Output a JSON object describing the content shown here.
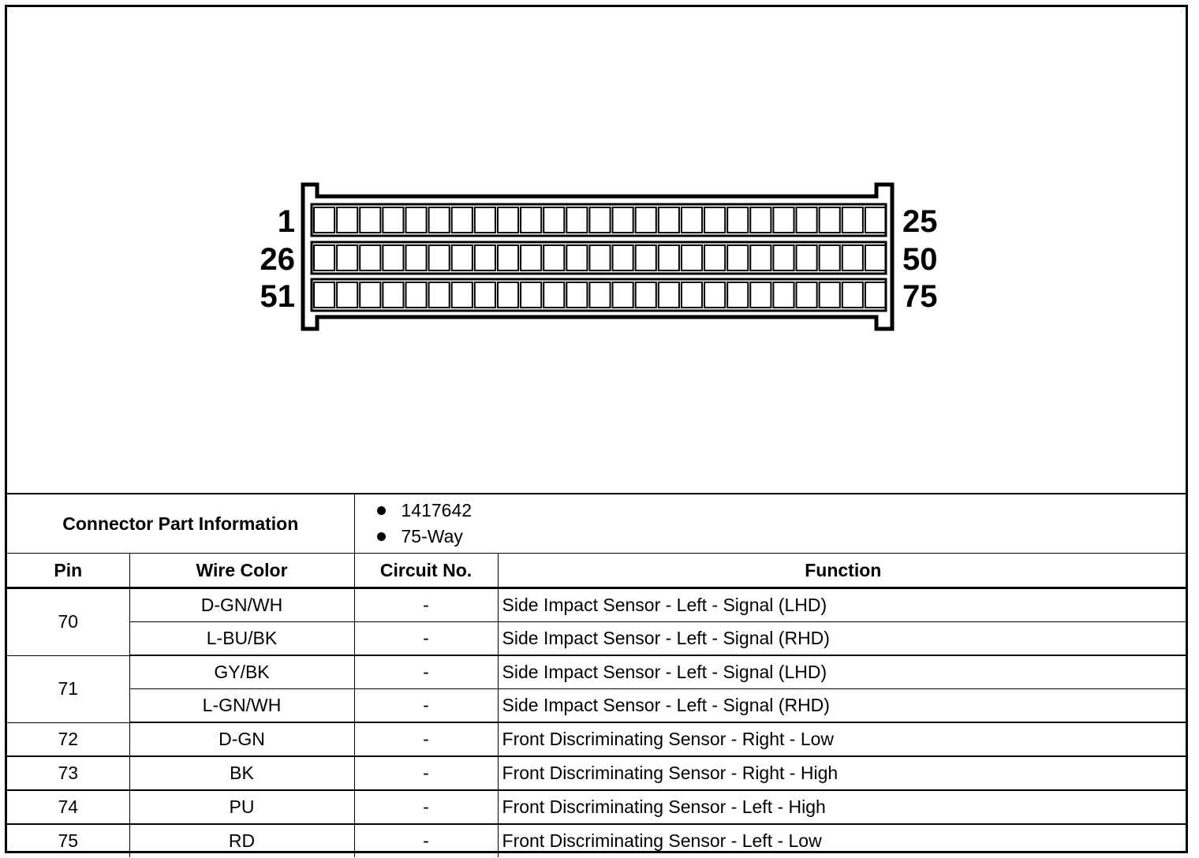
{
  "connector": {
    "row_labels_left": [
      "1",
      "26",
      "51"
    ],
    "row_labels_right": [
      "25",
      "50",
      "75"
    ],
    "cavities_per_row": 25,
    "rows": 3
  },
  "part_info": {
    "label": "Connector Part Information",
    "items": [
      "1417642",
      "75-Way"
    ]
  },
  "table": {
    "headers": {
      "pin": "Pin",
      "wire_color": "Wire Color",
      "circuit_no": "Circuit No.",
      "function": "Function"
    },
    "groups": [
      {
        "pin": "70",
        "rows": [
          {
            "wire_color": "D-GN/WH",
            "circuit_no": "-",
            "function": "Side Impact Sensor - Left - Signal (LHD)"
          },
          {
            "wire_color": "L-BU/BK",
            "circuit_no": "-",
            "function": "Side Impact Sensor - Left - Signal (RHD)"
          }
        ]
      },
      {
        "pin": "71",
        "rows": [
          {
            "wire_color": "GY/BK",
            "circuit_no": "-",
            "function": "Side Impact Sensor - Left - Signal (LHD)"
          },
          {
            "wire_color": "L-GN/WH",
            "circuit_no": "-",
            "function": "Side Impact Sensor - Left - Signal (RHD)"
          }
        ]
      },
      {
        "pin": "72",
        "rows": [
          {
            "wire_color": "D-GN",
            "circuit_no": "-",
            "function": "Front Discriminating Sensor - Right - Low"
          }
        ]
      },
      {
        "pin": "73",
        "rows": [
          {
            "wire_color": "BK",
            "circuit_no": "-",
            "function": "Front Discriminating Sensor - Right - High"
          }
        ]
      },
      {
        "pin": "74",
        "rows": [
          {
            "wire_color": "PU",
            "circuit_no": "-",
            "function": "Front Discriminating Sensor - Left - High"
          }
        ]
      },
      {
        "pin": "75",
        "rows": [
          {
            "wire_color": "RD",
            "circuit_no": "-",
            "function": "Front Discriminating Sensor - Left - Low"
          }
        ]
      }
    ]
  }
}
